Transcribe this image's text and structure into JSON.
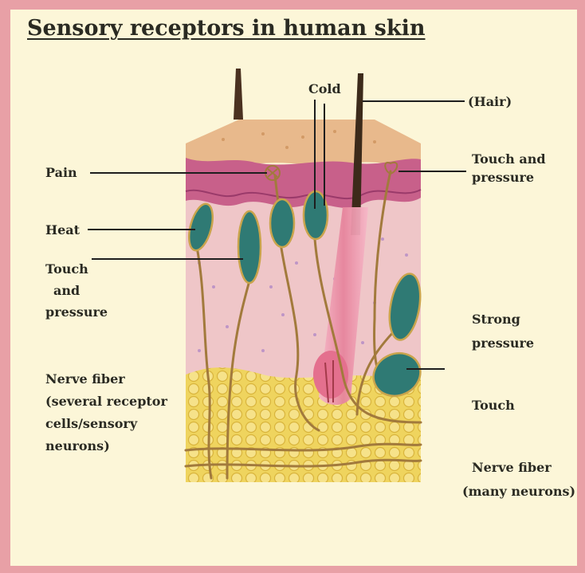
{
  "title": "Sensory receptors in human skin",
  "labels": {
    "cold": "Cold",
    "hair": "(Hair)",
    "pain": "Pain",
    "touch_pressure_right": [
      "Touch and",
      "pressure"
    ],
    "heat": "Heat",
    "touch_pressure_left": [
      "Touch",
      "and",
      "pressure"
    ],
    "strong_pressure": [
      "Strong",
      "pressure"
    ],
    "nerve_fiber_left": [
      "Nerve fiber",
      "(several receptor",
      "cells/sensory",
      "neurons)"
    ],
    "touch": "Touch",
    "nerve_fiber_right": [
      "Nerve fiber",
      "(many neurons)"
    ]
  },
  "colors": {
    "frame": "#e8a0a6",
    "background": "#fcf6d8",
    "epidermis": "#e8b98c",
    "dermis": "#efc6c8",
    "fat": "#eed25a",
    "receptor": "#2f7a74",
    "nerve": "#a27a3c"
  }
}
